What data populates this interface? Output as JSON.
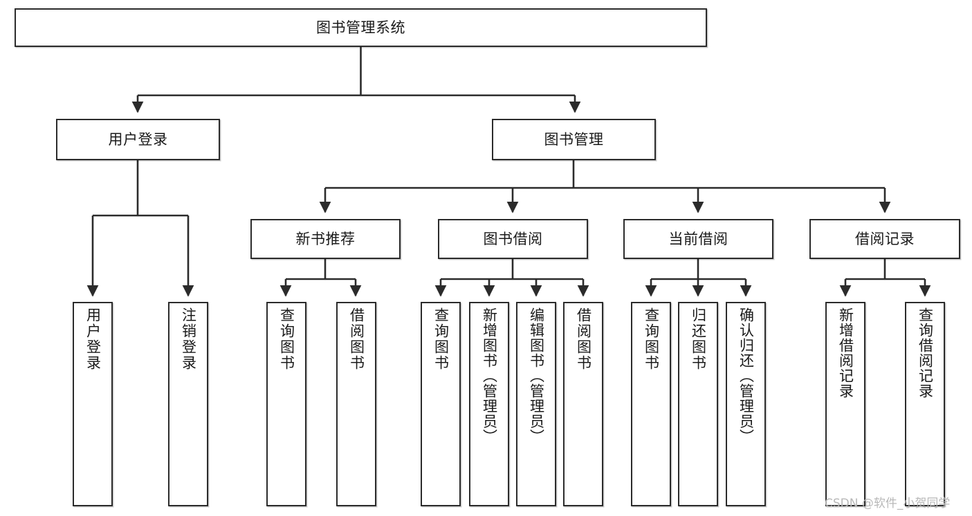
{
  "diagram": {
    "title": "图书管理系统",
    "type": "tree-hierarchy-chart",
    "watermark": "CSDN @软件_小贺同学",
    "colors": {
      "box_border": "#2b2b2b",
      "box_fill": "#ffffff",
      "edge": "#2b2b2b",
      "text": "#1a1a1a",
      "watermark": "#b8b8b8",
      "background": "#ffffff"
    },
    "nodes": {
      "root": {
        "label": "图书管理系统"
      },
      "level2": [
        {
          "id": "user-login",
          "label": "用户登录"
        },
        {
          "id": "book-management",
          "label": "图书管理"
        }
      ],
      "level3": [
        {
          "id": "new-book-recommend",
          "label": "新书推荐"
        },
        {
          "id": "book-borrow",
          "label": "图书借阅"
        },
        {
          "id": "current-borrow",
          "label": "当前借阅"
        },
        {
          "id": "borrow-record",
          "label": "借阅记录"
        }
      ],
      "leaves": {
        "user-login": [
          {
            "id": "leaf-user-login",
            "label": "用户登录"
          },
          {
            "id": "leaf-logout-login",
            "label": "注销登录"
          }
        ],
        "new-book-recommend": [
          {
            "id": "leaf-query-book-1",
            "label": "查询图书"
          },
          {
            "id": "leaf-borrow-book-1",
            "label": "借阅图书"
          }
        ],
        "book-borrow": [
          {
            "id": "leaf-query-book-2",
            "label": "查询图书"
          },
          {
            "id": "leaf-add-book",
            "label": "新增图书（管理员）"
          },
          {
            "id": "leaf-edit-book",
            "label": "编辑图书（管理员）"
          },
          {
            "id": "leaf-borrow-book-2",
            "label": "借阅图书"
          }
        ],
        "current-borrow": [
          {
            "id": "leaf-query-book-3",
            "label": "查询图书"
          },
          {
            "id": "leaf-return-book",
            "label": "归还图书"
          },
          {
            "id": "leaf-confirm-return",
            "label": "确认归还（管理员）"
          }
        ],
        "borrow-record": [
          {
            "id": "leaf-add-borrow-record",
            "label": "新增借阅记录"
          },
          {
            "id": "leaf-query-borrow-record",
            "label": "查询借阅记录"
          }
        ]
      }
    }
  }
}
